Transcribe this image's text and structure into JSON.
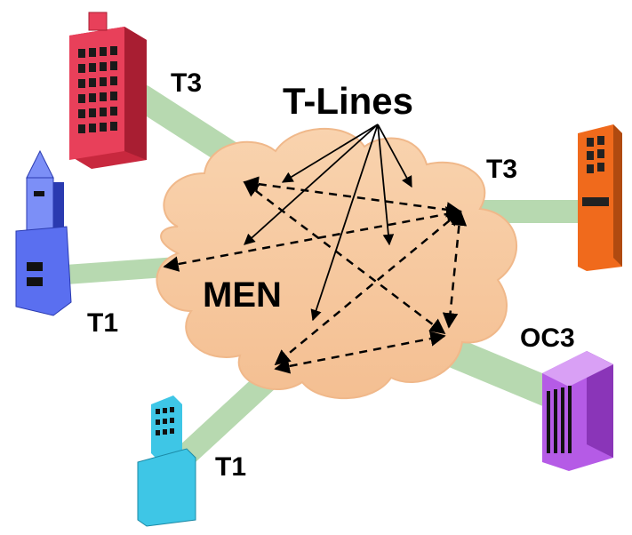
{
  "diagram": {
    "center_label": "MEN",
    "callout_label": "T-Lines",
    "links": [
      {
        "id": "red-building",
        "label": "T3"
      },
      {
        "id": "orange-building",
        "label": "T3"
      },
      {
        "id": "blue-tower",
        "label": "T1"
      },
      {
        "id": "cyan-building",
        "label": "T1"
      },
      {
        "id": "purple-building",
        "label": "OC3"
      }
    ],
    "colors": {
      "cloud": "#f7c9a0",
      "link": "#b7d9b0",
      "red-building": "#e8405a",
      "orange-building": "#f06a1c",
      "blue-tower": "#5a6ff0",
      "cyan-building": "#3ec6e6",
      "purple-building": "#b55be6"
    }
  }
}
